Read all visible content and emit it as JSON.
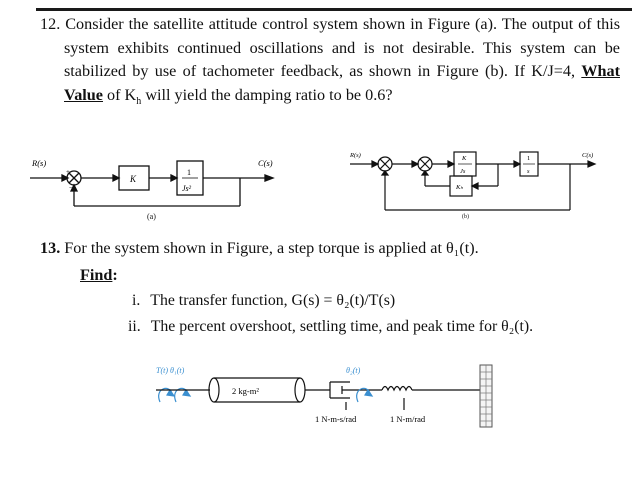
{
  "q12": {
    "number": "12.",
    "text_a": "Consider the satellite attitude control system shown in Figure (a). The output of this system exhibits continued oscillations and is not desirable. This system can be stabilized by use of tachometer feedback, as shown in Figure (b). If K/J=4,",
    "what_value": "What Value",
    "text_b": "of K",
    "sub_h": "h",
    "text_c": "will yield the damping ratio to be 0.6?"
  },
  "fig_a": {
    "input": "R(s)",
    "gain": "K",
    "plant_num": "1",
    "plant_den": "Js²",
    "output": "C(s)",
    "caption": "(a)"
  },
  "fig_b": {
    "input": "R(s)",
    "block1_num": "K",
    "block1_den": "Js",
    "block2_num": "1",
    "block2_den": "s",
    "feedback": "Kₕ",
    "output": "C(s)",
    "caption": "(b)"
  },
  "q13": {
    "number": "13.",
    "text": "For the system shown in Figure, a step torque is applied at θ₁(t).",
    "find": "Find",
    "find_colon": ":",
    "item1_marker": "i.",
    "item1": "The transfer function, G(s) = θ₂(t)/T(s)",
    "item2_marker": "ii.",
    "item2": "The percent overshoot, settling time, and peak time for θ₂(t)."
  },
  "mech": {
    "torque_label": "T(t) θ₁(t)",
    "inertia": "2 kg-m²",
    "theta2": "θ₂(t)",
    "damper": "1 N-m-s/rad",
    "spring": "1 N-m/rad"
  },
  "colors": {
    "ink": "#111111",
    "spring_blue": "#3a8fd0"
  }
}
